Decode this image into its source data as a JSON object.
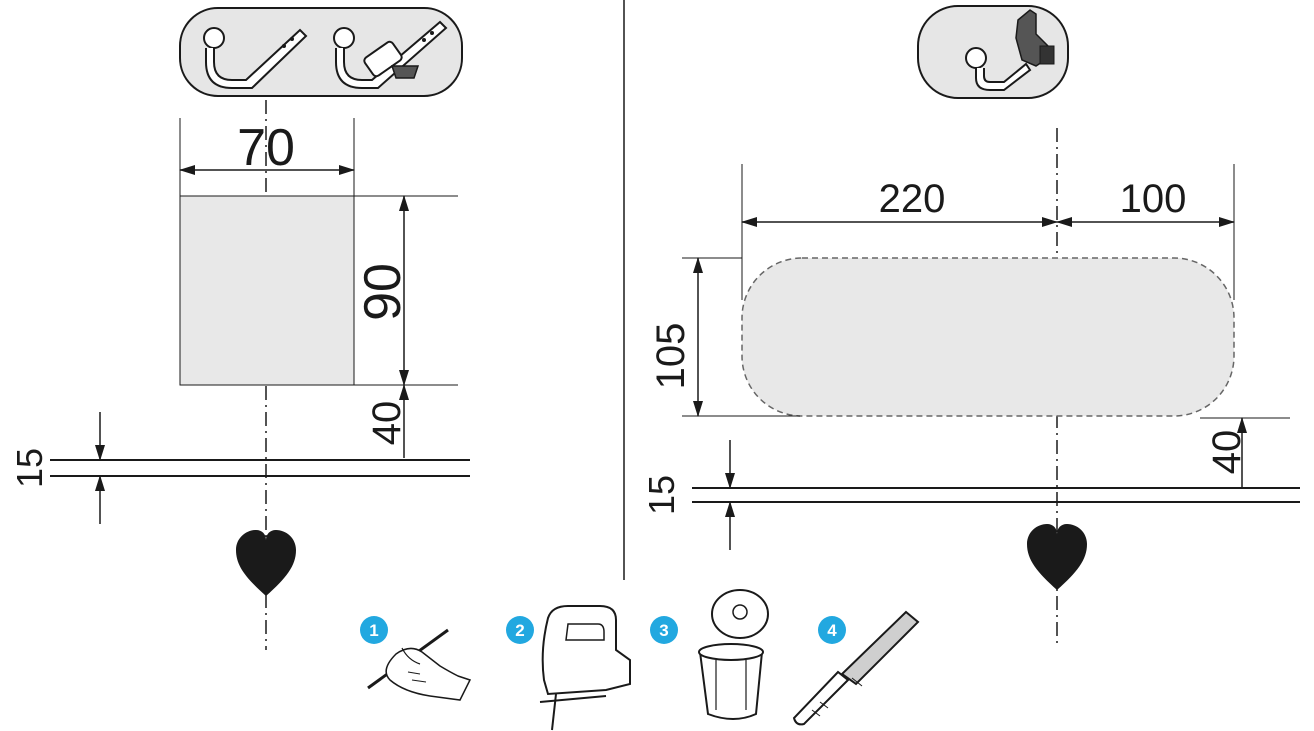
{
  "left_panel": {
    "icon_name": "fixed-and-detachable-towbar-icon",
    "width_label": "70",
    "height_label": "90",
    "offset_label": "40",
    "bumper_label": "15",
    "marker_icon": "heart-icon"
  },
  "right_panel": {
    "icon_name": "swivel-towbar-icon",
    "left_width_label": "220",
    "right_width_label": "100",
    "height_label": "105",
    "offset_label": "40",
    "bumper_label": "15",
    "marker_icon": "heart-icon"
  },
  "steps": [
    {
      "number": "1",
      "icon": "mark-with-pencil-icon"
    },
    {
      "number": "2",
      "icon": "jigsaw-icon"
    },
    {
      "number": "3",
      "icon": "trim-cover-icon"
    },
    {
      "number": "4",
      "icon": "file-tool-icon"
    }
  ],
  "colors": {
    "cutout_fill": "#e8e8e8",
    "line": "#1a1a1a",
    "step_badge": "#22a8e0"
  }
}
